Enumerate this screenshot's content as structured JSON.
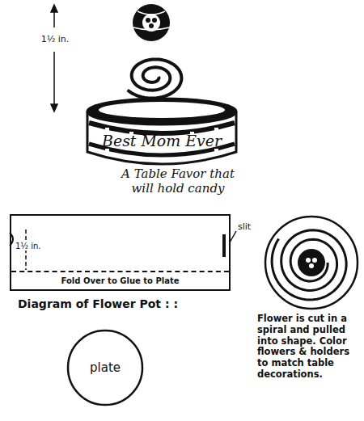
{
  "diagram": {
    "nodes": [
      {
        "text": [
          "Best Mom Ever"
        ]
      },
      {
        "text": [
          "1½ in."
        ]
      },
      {
        "text": [
          "Fold Over to Glue to Plate"
        ],
        "in": 1
      },
      {
        "text": [
          "plate"
        ]
      }
    ],
    "labels": [
      "1½ in.",
      "A Table Favor that will hold candy",
      "slit",
      "Diagram of Flower Pot : :",
      "Flower is cut in a spiral and pulled into shape. Color flowers & holders to match table decorations."
    ]
  }
}
